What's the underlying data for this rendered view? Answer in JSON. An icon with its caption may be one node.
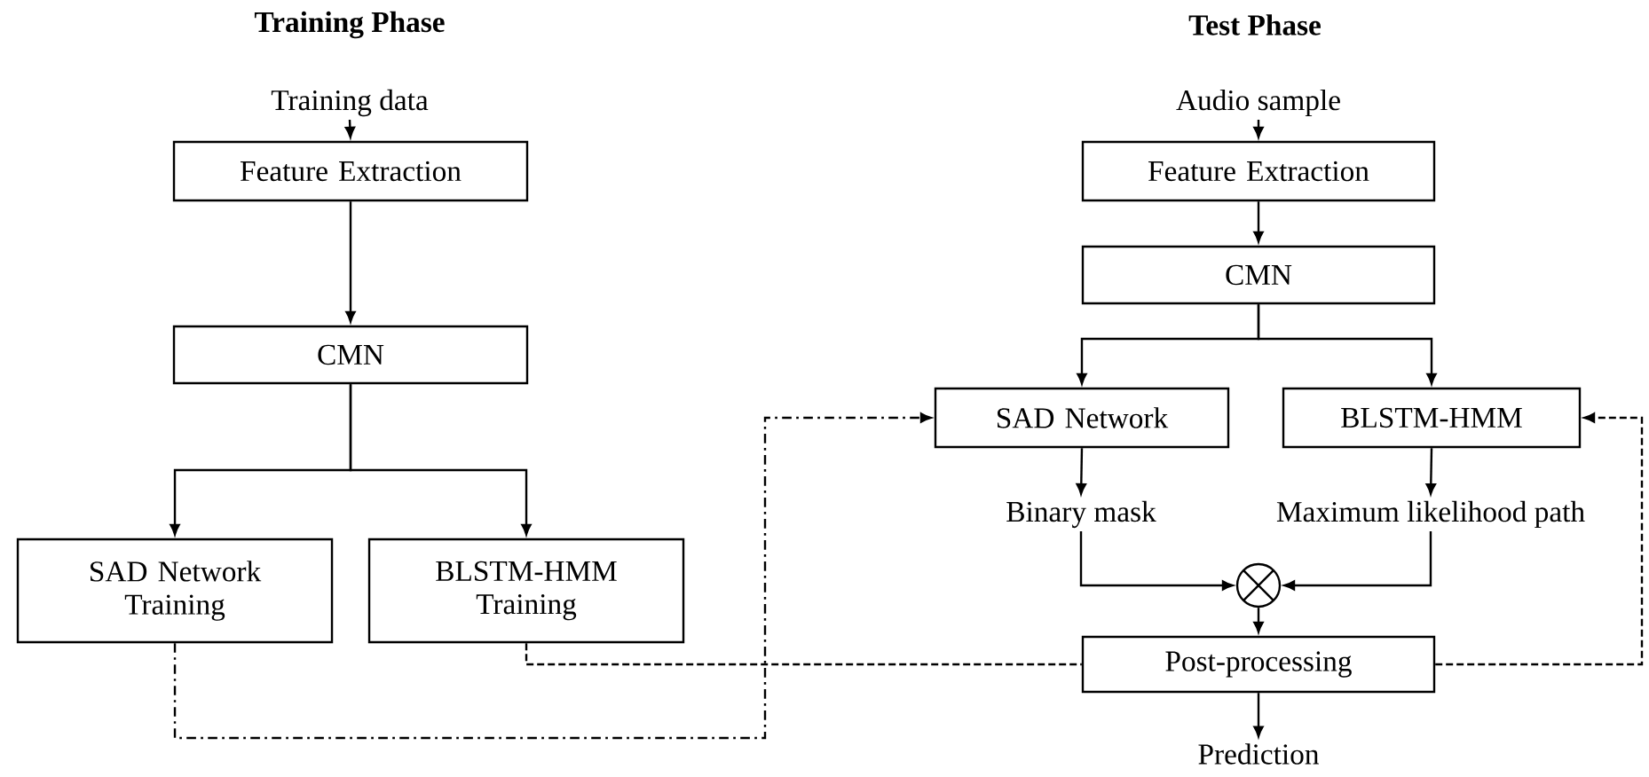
{
  "diagram": {
    "nodes": [
      {
        "text": [
          "Training data"
        ]
      },
      {
        "text": [
          "Feature Extraction"
        ]
      },
      {
        "text": [
          "CMN"
        ]
      },
      {
        "text": [
          "SAD Network Training"
        ]
      },
      {
        "text": [
          "BLSTM-HMM Training"
        ]
      },
      {
        "text": [
          "Audio sample"
        ]
      },
      {
        "text": [
          "Feature Extraction"
        ]
      },
      {
        "text": [
          "CMN"
        ]
      },
      {
        "text": [
          "SAD Network"
        ]
      },
      {
        "text": [
          "BLSTM-HMM"
        ]
      },
      {
        "text": [
          "Binary mask"
        ]
      },
      {
        "text": [
          "Maximum likelihood path"
        ]
      },
      {
        "text": [],
        "shape": "circle"
      },
      {
        "text": [
          "Post-processing"
        ]
      },
      {
        "text": [
          "Prediction"
        ]
      }
    ],
    "edges": [
      {
        "from": 0,
        "to": 1,
        "arrow": "to"
      },
      {
        "from": 1,
        "to": 2,
        "arrow": "to"
      },
      {
        "from": 2,
        "to": 3,
        "arrow": "to"
      },
      {
        "from": 2,
        "to": 4,
        "arrow": "to"
      },
      {
        "from": 5,
        "to": 6,
        "arrow": "to"
      },
      {
        "from": 6,
        "to": 7,
        "arrow": "to"
      },
      {
        "from": 7,
        "to": 8,
        "arrow": "to"
      },
      {
        "from": 7,
        "to": 9,
        "arrow": "to"
      },
      {
        "from": 8,
        "to": 10,
        "arrow": "to"
      },
      {
        "from": 9,
        "to": 11,
        "arrow": "to"
      },
      {
        "from": 10,
        "to": 12,
        "arrow": "to"
      },
      {
        "from": 11,
        "to": 12,
        "arrow": "to"
      },
      {
        "from": 12,
        "to": 13,
        "arrow": "to"
      },
      {
        "from": 13,
        "to": 14,
        "arrow": "to"
      },
      {
        "from": 3,
        "to": 8,
        "arrow": "to",
        "style": "dashed"
      },
      {
        "from": 4,
        "to": 13,
        "arrow": "none",
        "style": "dashed"
      },
      {
        "from": 13,
        "to": 9,
        "arrow": "to",
        "style": "dashed"
      }
    ],
    "labels": [
      "Training Phase",
      "Test Phase"
    ]
  }
}
